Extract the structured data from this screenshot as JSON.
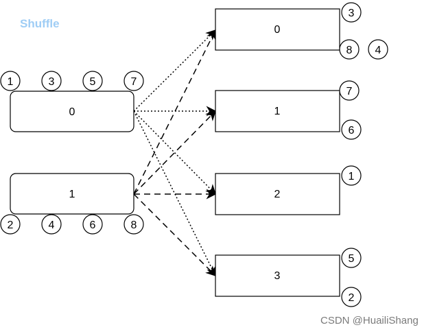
{
  "title": "Shuffle",
  "watermark": "CSDN @HuailiShang",
  "sources": [
    {
      "label": "0",
      "items": [
        "1",
        "3",
        "5",
        "7"
      ]
    },
    {
      "label": "1",
      "items": [
        "2",
        "4",
        "6",
        "8"
      ]
    }
  ],
  "targets": [
    {
      "label": "0",
      "items": [
        "3",
        "8",
        "4"
      ]
    },
    {
      "label": "1",
      "items": [
        "7",
        "6"
      ]
    },
    {
      "label": "2",
      "items": [
        "1"
      ]
    },
    {
      "label": "3",
      "items": [
        "5",
        "2"
      ]
    }
  ]
}
